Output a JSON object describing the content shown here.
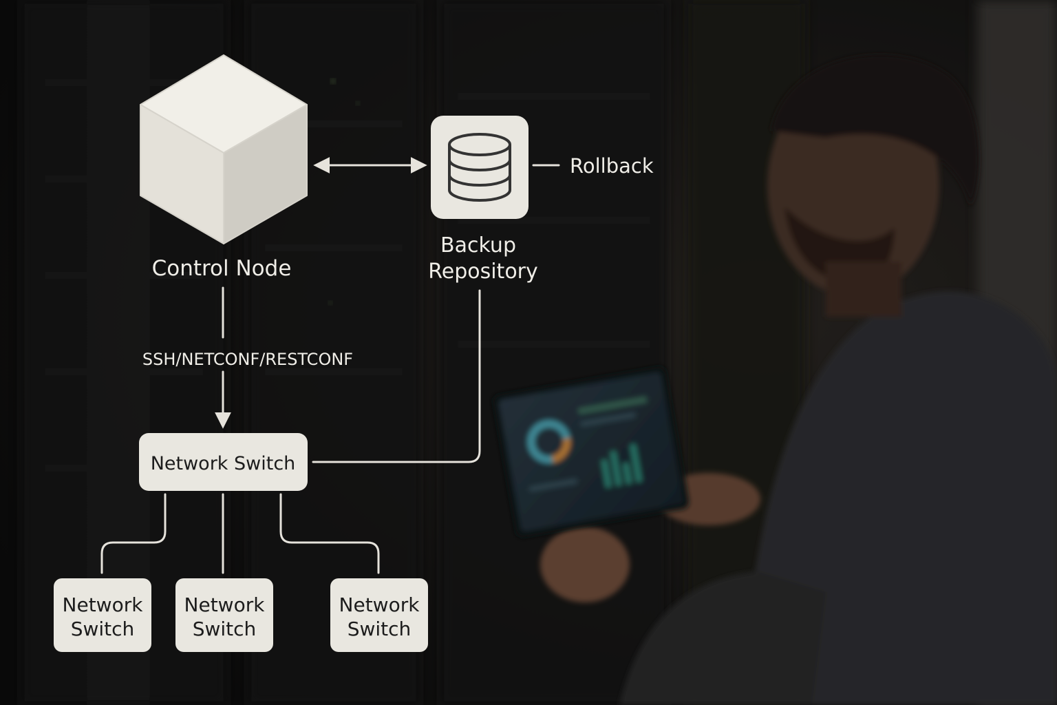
{
  "diagram": {
    "control_node": {
      "label": "Control Node"
    },
    "backup_repository": {
      "label_line1": "Backup",
      "label_line2": "Repository"
    },
    "rollback": {
      "label": "Rollback"
    },
    "protocol": {
      "label": "SSH/NETCONF/RESTCONF"
    },
    "main_switch": {
      "label": "Network Switch"
    },
    "child_switches": [
      {
        "line1": "Network",
        "line2": "Switch"
      },
      {
        "line1": "Network",
        "line2": "Switch"
      },
      {
        "line1": "Network",
        "line2": "Switch"
      }
    ]
  },
  "icons": {
    "control_node": "cube-icon",
    "backup_repository": "database-icon"
  },
  "colors": {
    "node_fill": "#e9e7e0",
    "connector": "#e6e3dc",
    "label_text": "#f0eee8",
    "box_text": "#1c1c1c",
    "background": "#121212"
  }
}
